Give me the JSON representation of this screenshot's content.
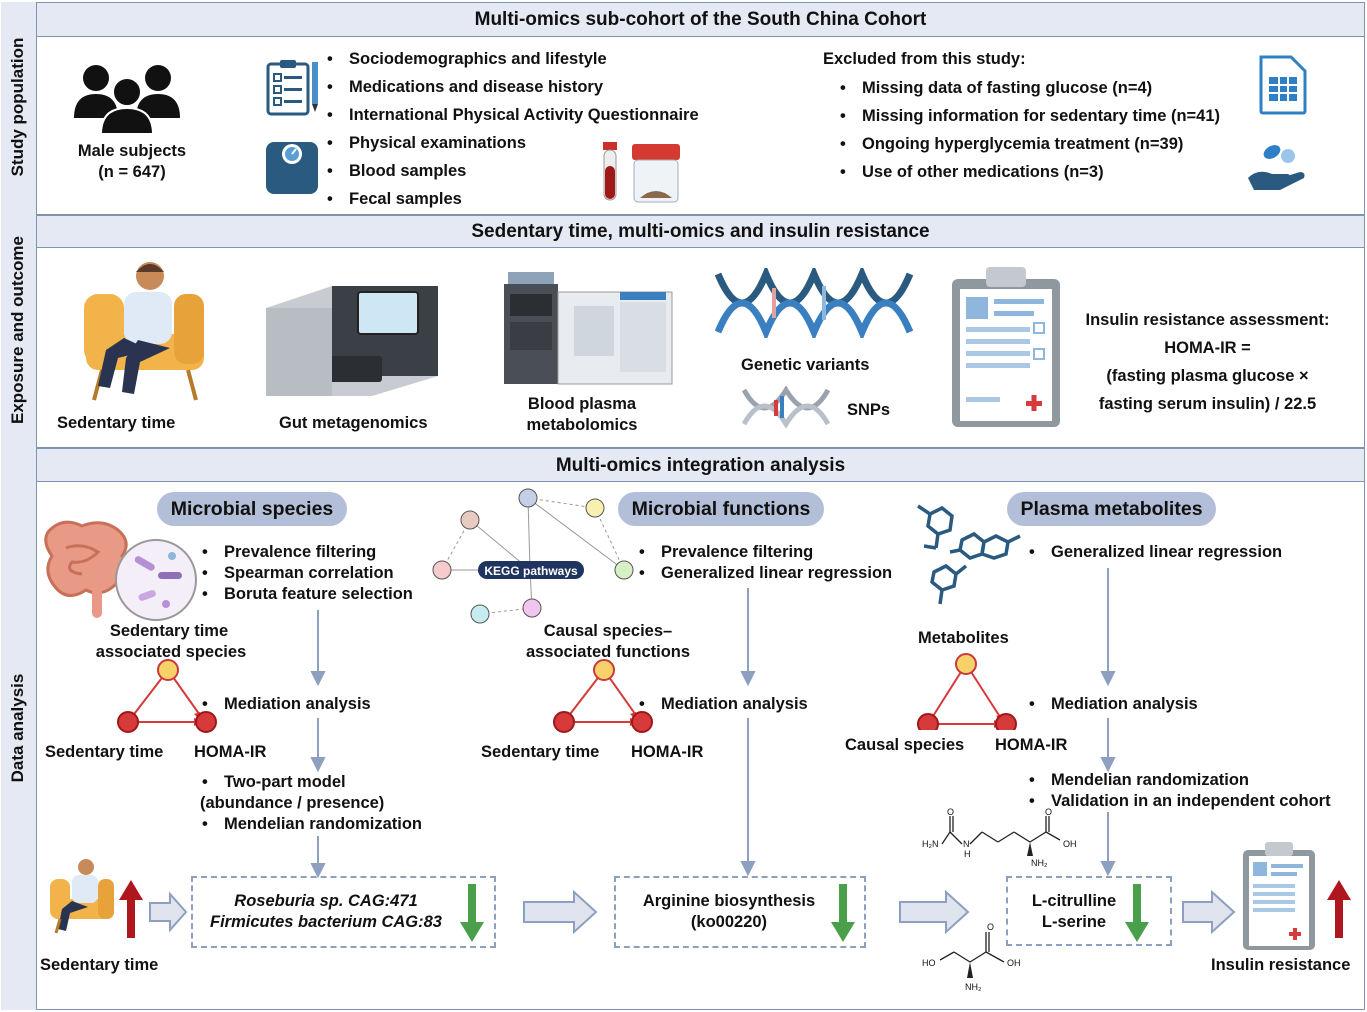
{
  "population": {
    "side_label": "Study population",
    "header": "Multi-omics sub-cohort of the South China Cohort",
    "subjects_label": "Male subjects",
    "subjects_n": "(n = 647)",
    "data_items": [
      "Sociodemographics and lifestyle",
      "Medications and disease history",
      "International Physical Activity Questionnaire",
      "Physical examinations",
      "Blood samples",
      "Fecal samples"
    ],
    "excluded_title": "Excluded from this study:",
    "excluded_items": [
      "Missing data of fasting glucose (n=4)",
      "Missing information for sedentary time (n=41)",
      "Ongoing hyperglycemia treatment (n=39)",
      "Use of other medications (n=3)"
    ]
  },
  "exposure": {
    "side_label": "Exposure and outcome",
    "header": "Sedentary time, multi-omics and insulin resistance",
    "sedentary": "Sedentary time",
    "gut": "Gut metagenomics",
    "blood_l1": "Blood plasma",
    "blood_l2": "metabolomics",
    "genetic": "Genetic variants",
    "snps": "SNPs",
    "ir_l1": "Insulin resistance assessment:",
    "ir_l2": "HOMA-IR =",
    "ir_l3": "(fasting plasma glucose ×",
    "ir_l4": "fasting serum insulin) / 22.5"
  },
  "analysis": {
    "side_label": "Data analysis",
    "header": "Multi-omics integration analysis",
    "species": {
      "pill": "Microbial species",
      "steps": [
        "Prevalence filtering",
        "Spearman correlation",
        "Boruta feature selection"
      ],
      "assoc_l1": "Sedentary time",
      "assoc_l2": "associated species",
      "mediation": "Mediation analysis",
      "tri_left": "Sedentary time",
      "tri_right": "HOMA-IR",
      "two_part_l1": "Two-part model",
      "two_part_l2": "(abundance / presence)",
      "mr": "Mendelian randomization"
    },
    "functions": {
      "pill": "Microbial functions",
      "kegg": "KEGG pathways",
      "steps": [
        "Prevalence filtering",
        "Generalized linear regression"
      ],
      "causal_l1": "Causal species–",
      "causal_l2": "associated functions",
      "mediation": "Mediation analysis",
      "tri_left": "Sedentary time",
      "tri_right": "HOMA-IR"
    },
    "metabolites": {
      "pill": "Plasma metabolites",
      "steps": [
        "Generalized linear regression"
      ],
      "metabolites_label": "Metabolites",
      "mediation": "Mediation analysis",
      "tri_left": "Causal species",
      "tri_right": "HOMA-IR",
      "final_steps": [
        "Mendelian randomization",
        "Validation in an independent cohort"
      ]
    },
    "flow": {
      "sedentary": "Sedentary time",
      "species_1": "Roseburia sp. CAG:471",
      "species_2": "Firmicutes bacterium CAG:83",
      "pathway_1": "Arginine biosynthesis",
      "pathway_2": "(ko00220)",
      "met_1": "L-citrulline",
      "met_2": "L-serine",
      "outcome": "Insulin resistance"
    },
    "chem": {
      "h2n": "H₂N",
      "n": "N",
      "h": "H",
      "o": "O",
      "oh": "OH",
      "nh2": "NH₂",
      "ho": "HO"
    }
  },
  "colors": {
    "frame": "#7f93b3",
    "band": "#e4e9f4",
    "pill": "#b3bfd8",
    "up": "#b0161e",
    "down": "#4aa04a",
    "node_red": "#d63a3a",
    "node_yellow": "#f7d26a",
    "flow_arrow": "#dfe4ef"
  }
}
